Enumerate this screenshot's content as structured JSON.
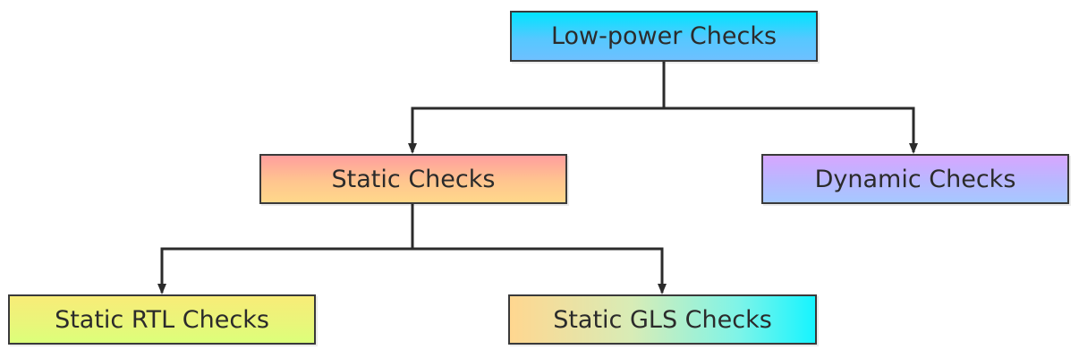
{
  "nodes": {
    "root": {
      "label": "Low-power Checks"
    },
    "static": {
      "label": "Static Checks"
    },
    "dynamic": {
      "label": "Dynamic Checks"
    },
    "static_rtl": {
      "label": "Static RTL Checks"
    },
    "static_gls": {
      "label": "Static GLS Checks"
    }
  },
  "edges": [
    {
      "from": "Low-power Checks",
      "to": "Static Checks"
    },
    {
      "from": "Low-power Checks",
      "to": "Dynamic Checks"
    },
    {
      "from": "Static Checks",
      "to": "Static RTL Checks"
    },
    {
      "from": "Static Checks",
      "to": "Static GLS Checks"
    }
  ],
  "colors": {
    "line": "#2b2b2b",
    "border": "#3a3a3a",
    "text": "#2b2b2b"
  }
}
